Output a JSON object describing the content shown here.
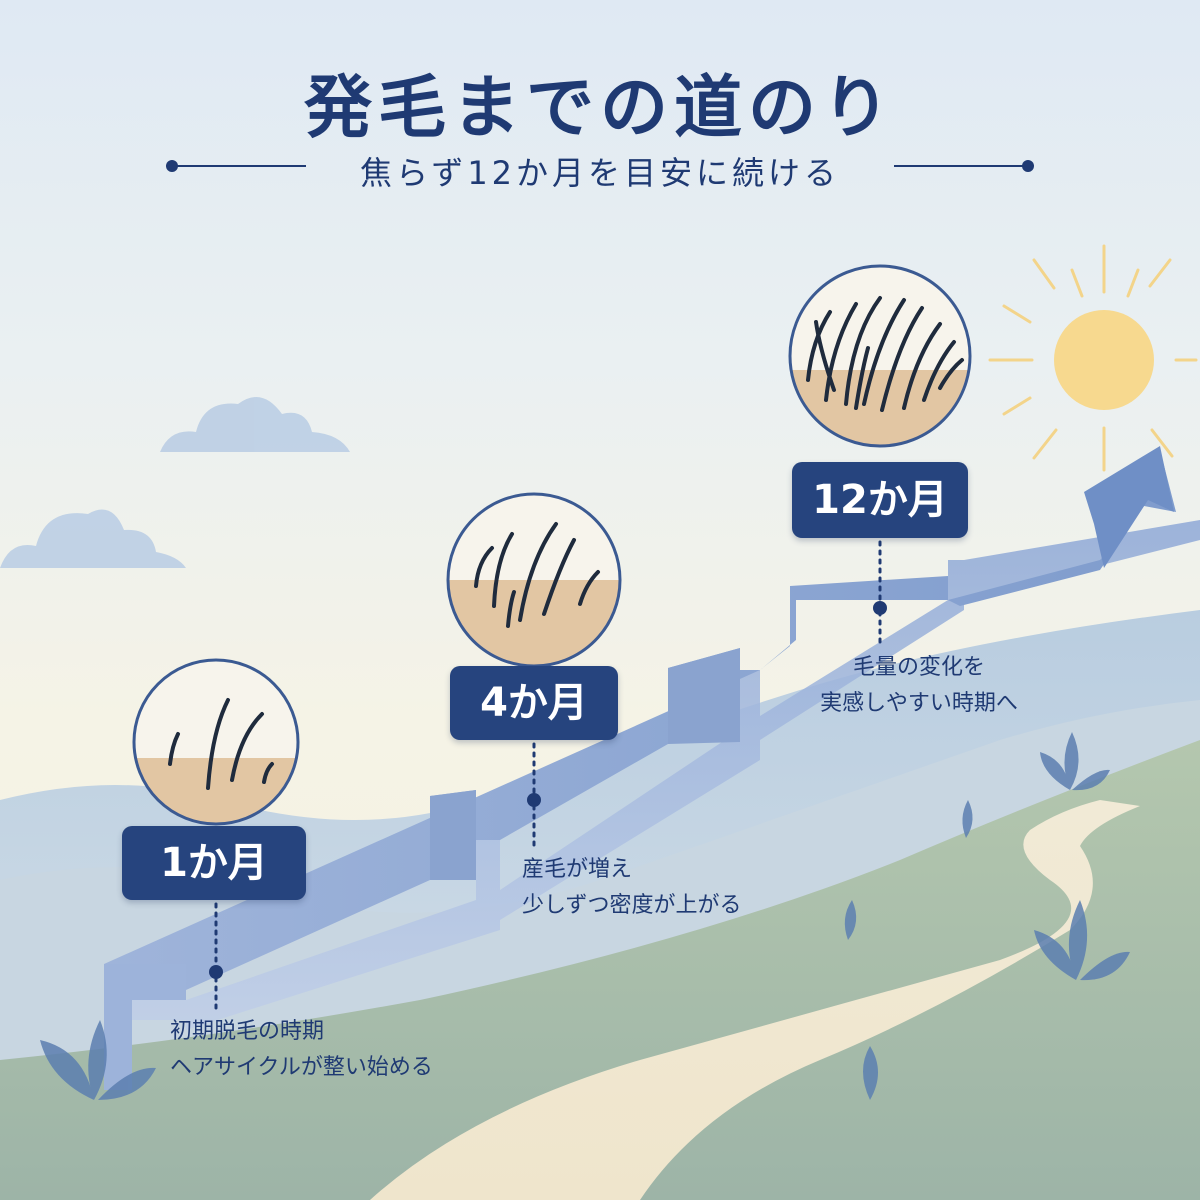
{
  "title": "発毛までの道のり",
  "subtitle": "焦らず12か月を目安に続ける",
  "milestones": [
    {
      "label": "1か月",
      "caption_line1": "初期脱毛の時期",
      "caption_line2": "ヘアサイクルが整い始める",
      "hair_density": "low"
    },
    {
      "label": "4か月",
      "caption_line1": "産毛が増え",
      "caption_line2": "少しずつ密度が上がる",
      "hair_density": "medium"
    },
    {
      "label": "12か月",
      "caption_line1": "毛量の変化を",
      "caption_line2": "実感しやすい時期へ",
      "hair_density": "high"
    }
  ],
  "colors": {
    "navy": "#26447e",
    "stair_blue": "#8aa5d2",
    "hill_green": "#a9bea0",
    "sun": "#f6d88a",
    "skin": "#e2c6a3"
  }
}
